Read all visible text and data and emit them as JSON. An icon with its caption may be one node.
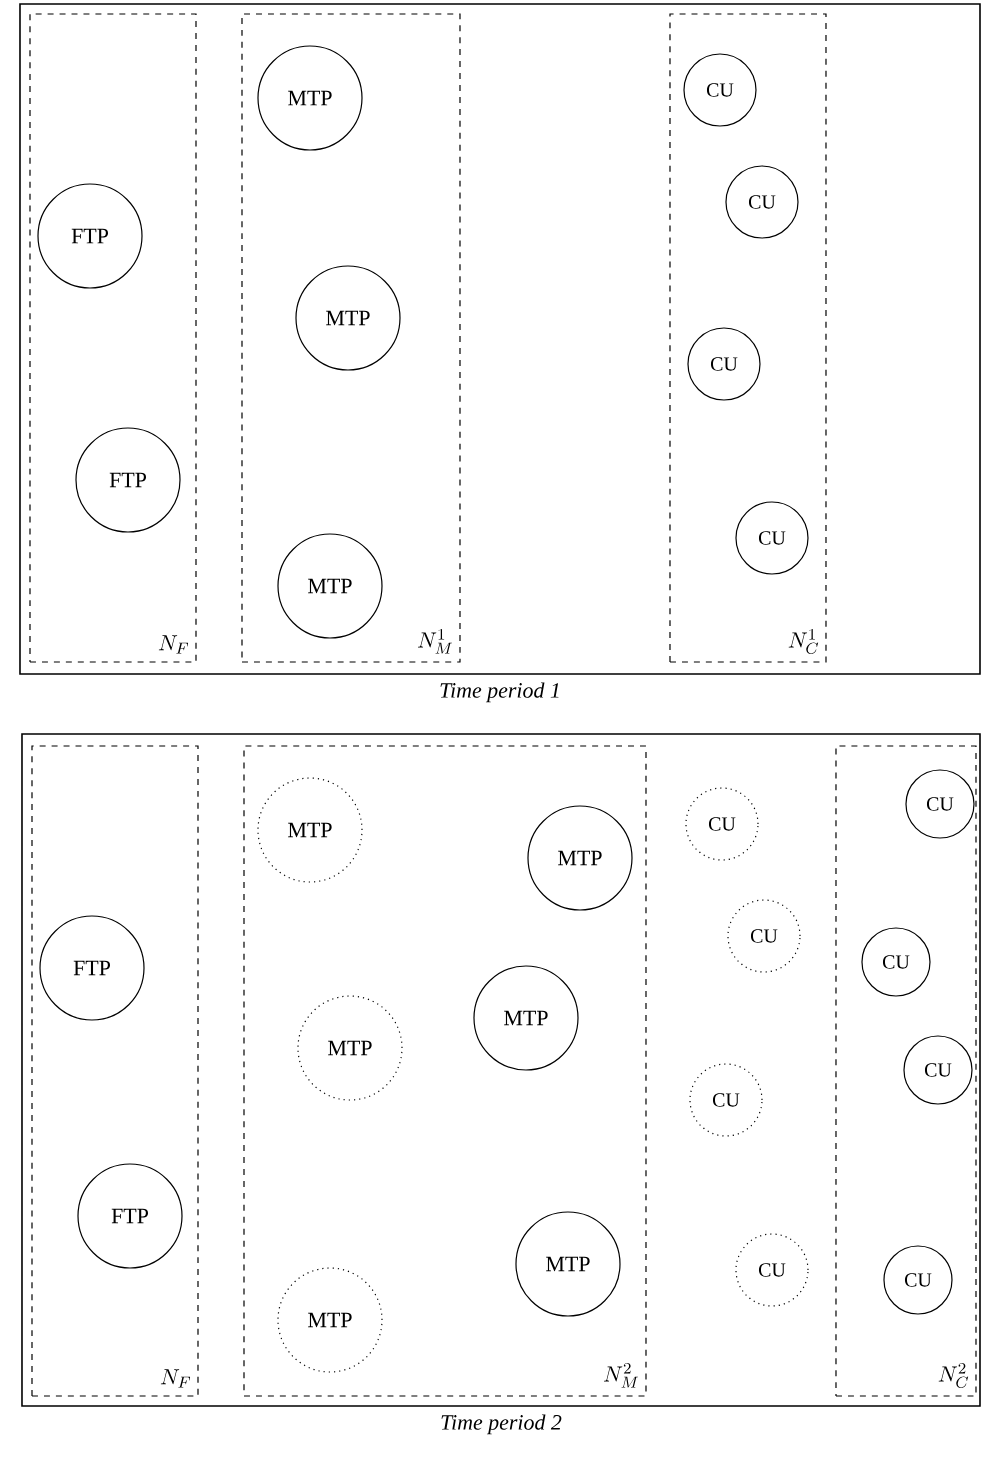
{
  "diagram": {
    "nodes": [
      {
        "text": [
          "Time period 1"
        ]
      },
      {
        "text": [
          "N_F"
        ],
        "in": 0
      },
      {
        "text": [
          "N_M^1"
        ],
        "in": 0
      },
      {
        "text": [
          "N_C^1"
        ],
        "in": 0
      },
      {
        "text": [
          "FTP"
        ],
        "in": 1
      },
      {
        "text": [
          "FTP"
        ],
        "in": 1
      },
      {
        "text": [
          "MTP"
        ],
        "in": 2
      },
      {
        "text": [
          "MTP"
        ],
        "in": 2
      },
      {
        "text": [
          "MTP"
        ],
        "in": 2
      },
      {
        "text": [
          "CU"
        ],
        "in": 3
      },
      {
        "text": [
          "CU"
        ],
        "in": 3
      },
      {
        "text": [
          "CU"
        ],
        "in": 3
      },
      {
        "text": [
          "CU"
        ],
        "in": 3
      },
      {
        "text": [
          "Time period 2"
        ]
      },
      {
        "text": [
          "N_F"
        ],
        "in": 13
      },
      {
        "text": [
          "N_M^2"
        ],
        "in": 13
      },
      {
        "text": [
          "N_C^2"
        ],
        "in": 13
      },
      {
        "text": [
          "FTP"
        ],
        "in": 14
      },
      {
        "text": [
          "FTP"
        ],
        "in": 14
      },
      {
        "text": [
          "MTP"
        ],
        "in": 15
      },
      {
        "text": [
          "MTP"
        ],
        "in": 15
      },
      {
        "text": [
          "MTP"
        ],
        "in": 15
      },
      {
        "text": [
          "MTP"
        ],
        "in": 15
      },
      {
        "text": [
          "MTP"
        ],
        "in": 15
      },
      {
        "text": [
          "MTP"
        ],
        "in": 15
      },
      {
        "text": [
          "CU"
        ],
        "in": 13
      },
      {
        "text": [
          "CU"
        ],
        "in": 13
      },
      {
        "text": [
          "CU"
        ],
        "in": 13
      },
      {
        "text": [
          "CU"
        ],
        "in": 13
      },
      {
        "text": [
          "CU"
        ],
        "in": 16
      },
      {
        "text": [
          "CU"
        ],
        "in": 16
      },
      {
        "text": [
          "CU"
        ],
        "in": 16
      },
      {
        "text": [
          "CU"
        ],
        "in": 16
      }
    ]
  }
}
